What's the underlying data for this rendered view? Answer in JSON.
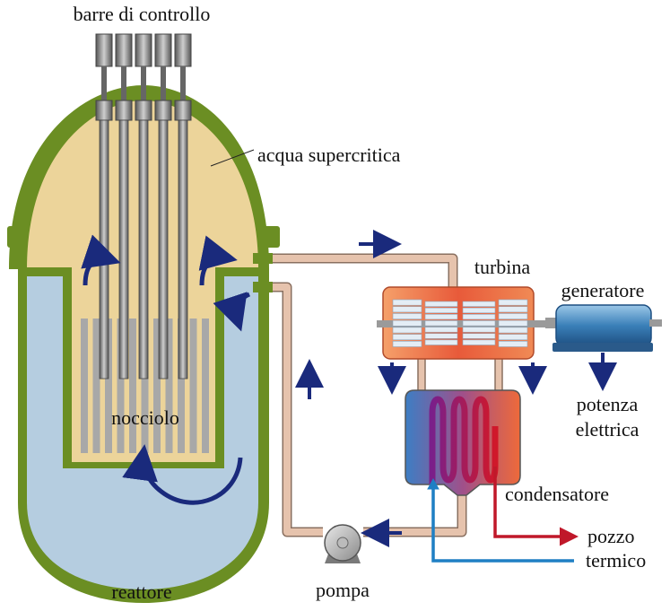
{
  "labels": {
    "control_rods": "barre di controllo",
    "supercritical_water": "acqua supercritica",
    "core": "nocciolo",
    "reactor": "reattore",
    "turbine": "turbina",
    "generator": "generatore",
    "electric_power_1": "potenza",
    "electric_power_2": "elettrica",
    "condenser": "condensatore",
    "heat_sink_1": "pozzo",
    "heat_sink_2": "termico",
    "pump": "pompa"
  },
  "colors": {
    "vessel_wall": "#6b8e23",
    "supercritical": "#ecd49a",
    "water": "#b5cde0",
    "pipe": "#e6c3ad",
    "flow_arrow": "#1a2a7c",
    "hot_line": "#c0182a",
    "cold_line": "#1f7fc4"
  }
}
